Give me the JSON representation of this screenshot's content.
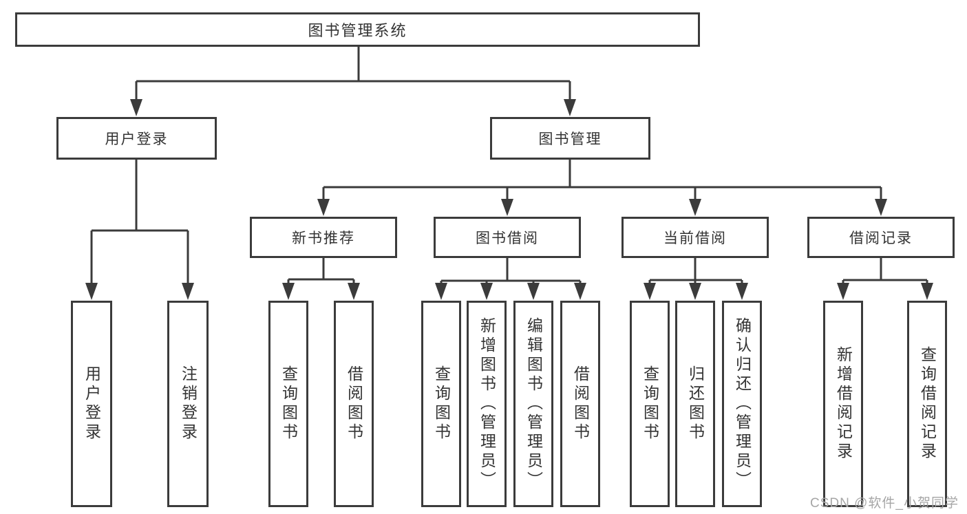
{
  "diagram": {
    "root": {
      "label": "图书管理系统"
    },
    "branches": [
      {
        "label": "用户登录",
        "leaves": [
          {
            "label": "用户登录"
          },
          {
            "label": "注销登录"
          }
        ]
      },
      {
        "label": "图书管理",
        "groups": [
          {
            "label": "新书推荐",
            "leaves": [
              {
                "label": "查询图书"
              },
              {
                "label": "借阅图书"
              }
            ]
          },
          {
            "label": "图书借阅",
            "leaves": [
              {
                "label": "查询图书"
              },
              {
                "label": "新增图书（管理员）"
              },
              {
                "label": "编辑图书（管理员）"
              },
              {
                "label": "借阅图书"
              }
            ]
          },
          {
            "label": "当前借阅",
            "leaves": [
              {
                "label": "查询图书"
              },
              {
                "label": "归还图书"
              },
              {
                "label": "确认归还（管理员）"
              }
            ]
          },
          {
            "label": "借阅记录",
            "leaves": [
              {
                "label": "新增借阅记录"
              },
              {
                "label": "查询借阅记录"
              }
            ]
          }
        ]
      }
    ]
  },
  "watermark": {
    "text": "CSDN @软件_小贺同学"
  },
  "colors": {
    "line": "#3b3b3b",
    "text": "#333333",
    "watermark": "#a6a6a6"
  }
}
